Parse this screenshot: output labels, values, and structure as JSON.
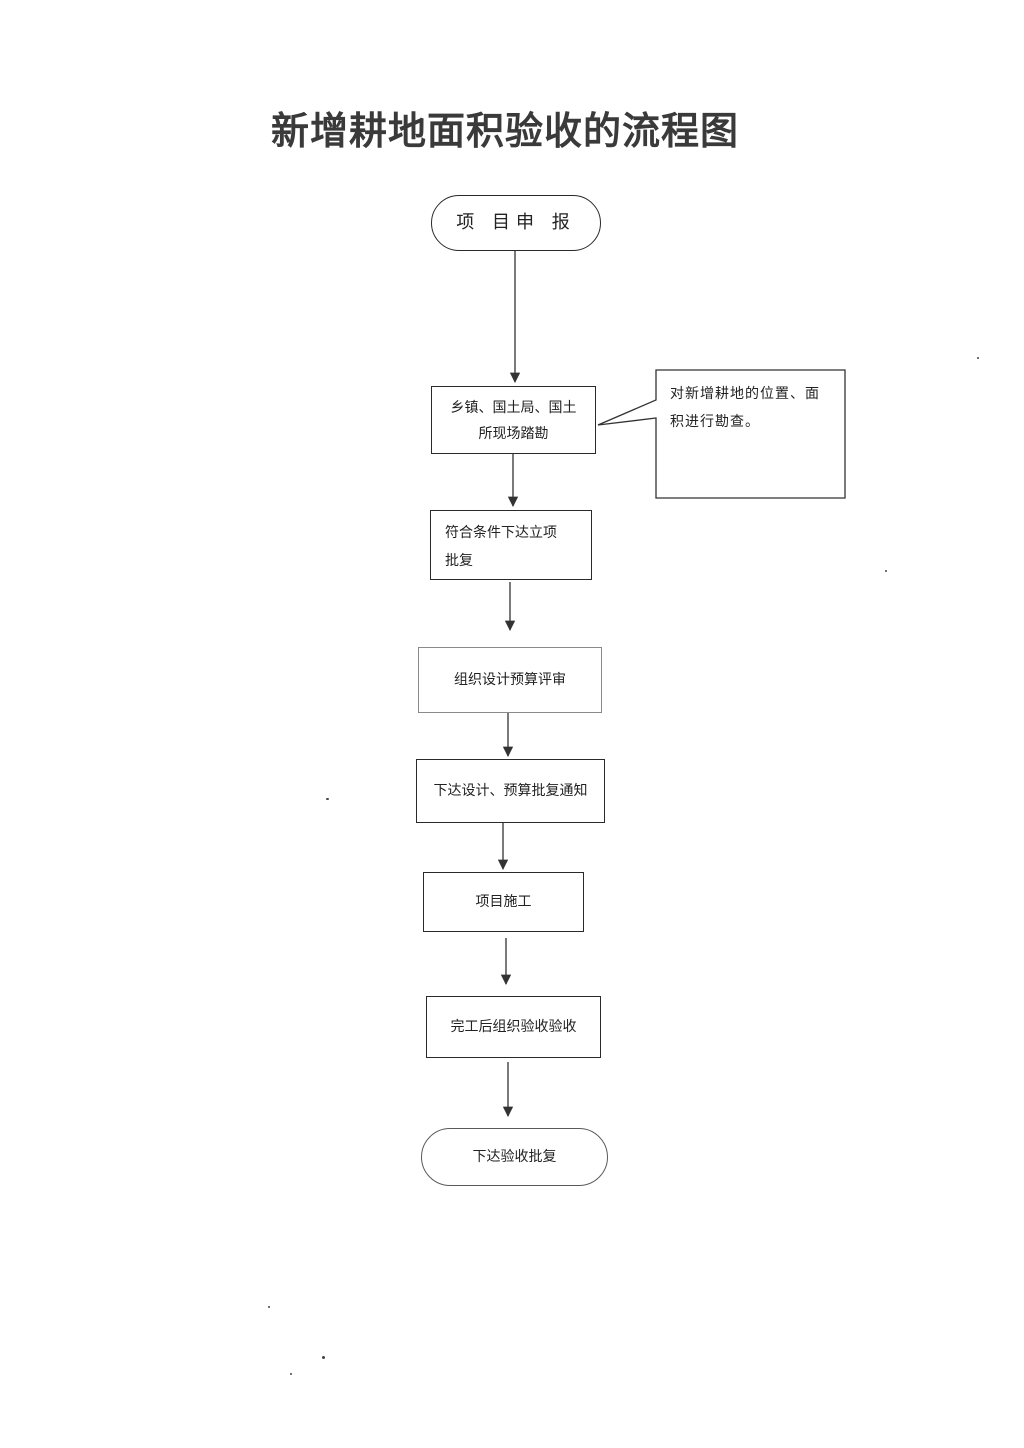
{
  "title": "新增耕地面积验收的流程图",
  "flow": {
    "start": "项 目申 报",
    "survey_line1": "乡镇、国土局、国土",
    "survey_line2": "所现场踏勘",
    "approve_line1": "符合条件下达立项",
    "approve_line2": "批复",
    "budget": "组织设计预算评审",
    "notice": "下达设计、预算批复通知",
    "build": "项目施工",
    "accept": "完工后组织验收验收",
    "end": "下达验收批复"
  },
  "note": {
    "line1": "对新增耕地的位置、面",
    "line2": "积进行勘查。"
  }
}
